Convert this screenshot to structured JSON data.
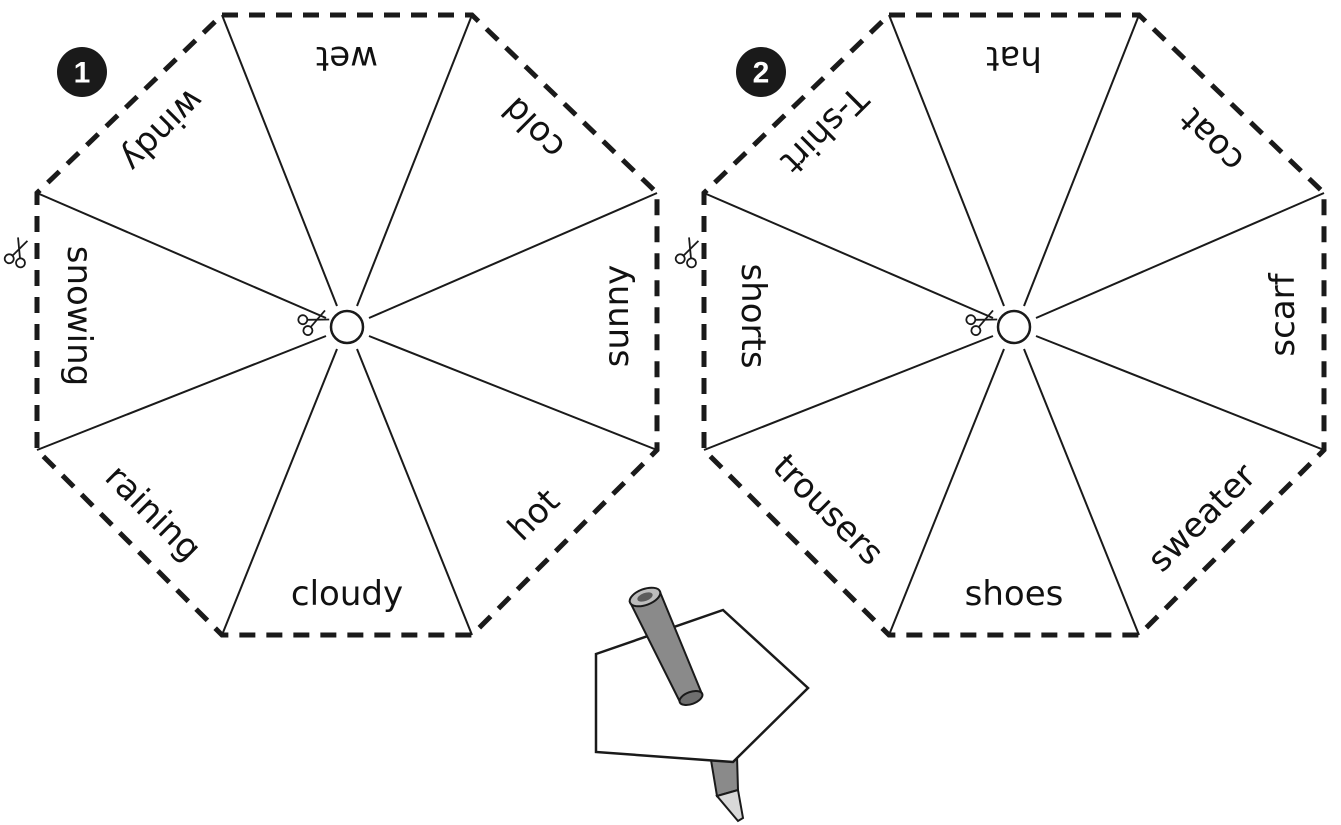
{
  "colors": {
    "ink": "#1a1a1a",
    "paper": "#ffffff",
    "pencil_body": "#8a8a8a",
    "pencil_tip": "#d9d9d9"
  },
  "spinners": [
    {
      "number": "1",
      "words": {
        "top": "wet",
        "top_right": "cold",
        "right": "sunny",
        "bottom_right": "hot",
        "bottom": "cloudy",
        "bottom_left": "raining",
        "left": "snowing",
        "top_left": "windy"
      }
    },
    {
      "number": "2",
      "words": {
        "top": "hat",
        "top_right": "coat",
        "right": "scarf",
        "bottom_right": "sweater",
        "bottom": "shoes",
        "bottom_left": "trousers",
        "left": "shorts",
        "top_left": "T-shirt"
      }
    }
  ],
  "icons": [
    "scissors-icon",
    "pencil-spinner-illustration"
  ]
}
